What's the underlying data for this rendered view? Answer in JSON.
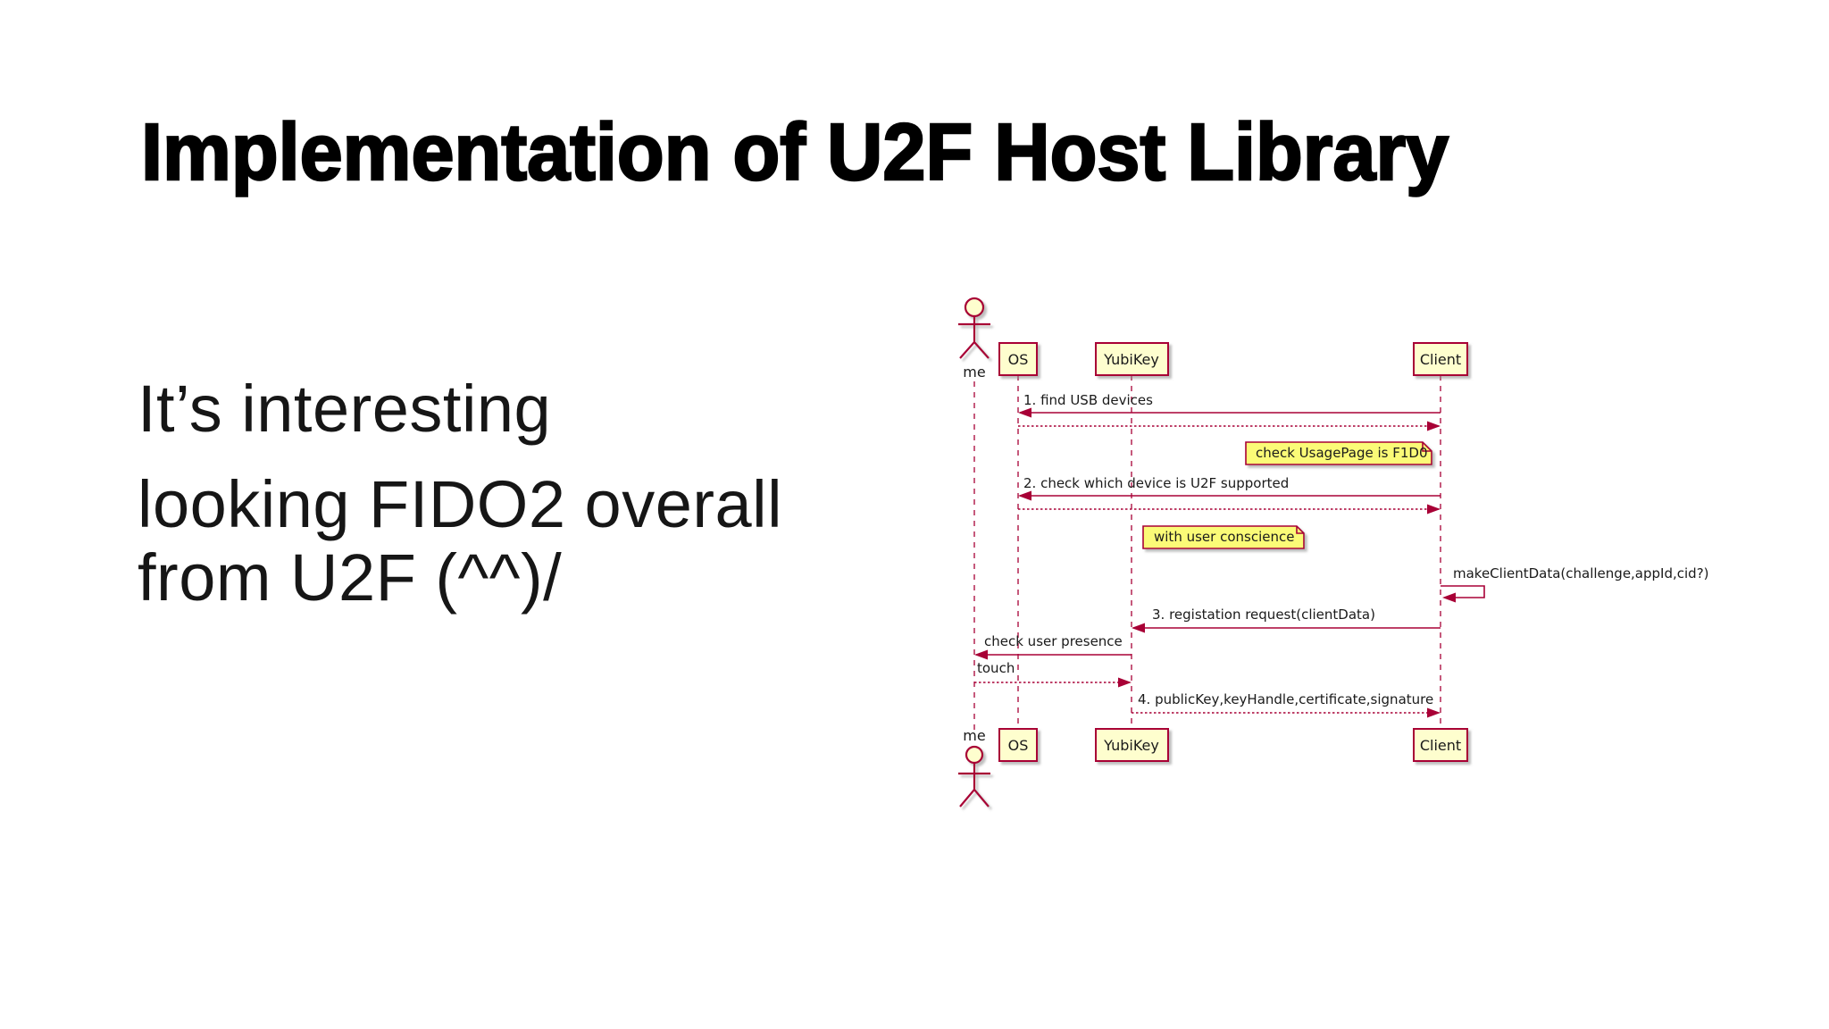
{
  "slide": {
    "title": "Implementation of U2F Host Library",
    "body": {
      "line1": "It’s interesting",
      "line2": "looking FIDO2 overall",
      "line3": "from U2F (^^)/"
    }
  },
  "diagram": {
    "type": "sequence",
    "colors": {
      "stroke": "#A80036",
      "participant_fill": "#FEFECE",
      "note_fill": "#FBFB77",
      "text": "#1a1a1a",
      "background": "#ffffff"
    },
    "actor": {
      "name": "me"
    },
    "participants": [
      {
        "name": "OS"
      },
      {
        "name": "YubiKey"
      },
      {
        "name": "Client"
      }
    ],
    "notes": [
      {
        "text": "check UsagePage is F1D0",
        "anchor": "Client"
      },
      {
        "text": "with user conscience",
        "anchor": "YubiKey"
      }
    ],
    "messages": [
      {
        "label": "1. find USB devices",
        "from": "Client",
        "to": "OS",
        "style": "solid"
      },
      {
        "label": "",
        "from": "OS",
        "to": "Client",
        "style": "dotted"
      },
      {
        "label": "2. check which device is U2F supported",
        "from": "Client",
        "to": "OS",
        "style": "solid"
      },
      {
        "label": "",
        "from": "OS",
        "to": "Client",
        "style": "dotted"
      },
      {
        "label": "makeClientData(challenge,appId,cid?)",
        "from": "Client",
        "to": "Client",
        "style": "self"
      },
      {
        "label": "3. registation request(clientData)",
        "from": "Client",
        "to": "YubiKey",
        "style": "solid"
      },
      {
        "label": "check user presence",
        "from": "YubiKey",
        "to": "me",
        "style": "solid"
      },
      {
        "label": "touch",
        "from": "me",
        "to": "YubiKey",
        "style": "dotted"
      },
      {
        "label": "4. publicKey,keyHandle,certificate,signature",
        "from": "YubiKey",
        "to": "Client",
        "style": "dotted"
      }
    ]
  }
}
